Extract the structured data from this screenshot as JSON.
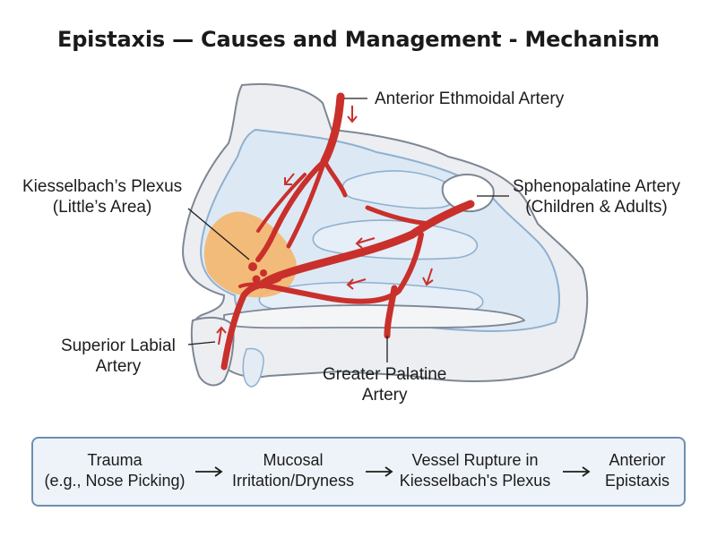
{
  "title": "Epistaxis — Causes and Management - Mechanism",
  "labels": {
    "anterior_ethmoidal": "Anterior Ethmoidal Artery",
    "kiesselbach_line1": "Kiesselbach’s Plexus",
    "kiesselbach_line2": "(Little’s Area)",
    "sphenopalatine_line1": "Sphenopalatine Artery",
    "sphenopalatine_line2": "(Children & Adults)",
    "superior_labial_line1": "Superior Labial",
    "superior_labial_line2": "Artery",
    "greater_palatine_line1": "Greater Palatine",
    "greater_palatine_line2": "Artery"
  },
  "flow": [
    {
      "line1": "Trauma",
      "line2": "(e.g., Nose Picking)"
    },
    {
      "line1": "Mucosal",
      "line2": "Irritation/Dryness"
    },
    {
      "line1": "Vessel Rupture in",
      "line2": "Kiesselbach's Plexus"
    },
    {
      "line1": "Anterior",
      "line2": "Epistaxis"
    }
  ],
  "colors": {
    "artery": "#c9302c",
    "plexus": "#f5b66b",
    "mucosa": "#dce9f5",
    "bone": "#e8eaee",
    "outline": "#7d8794",
    "flow_border": "#6d8fb3",
    "flow_bg": "#eef3f9"
  }
}
